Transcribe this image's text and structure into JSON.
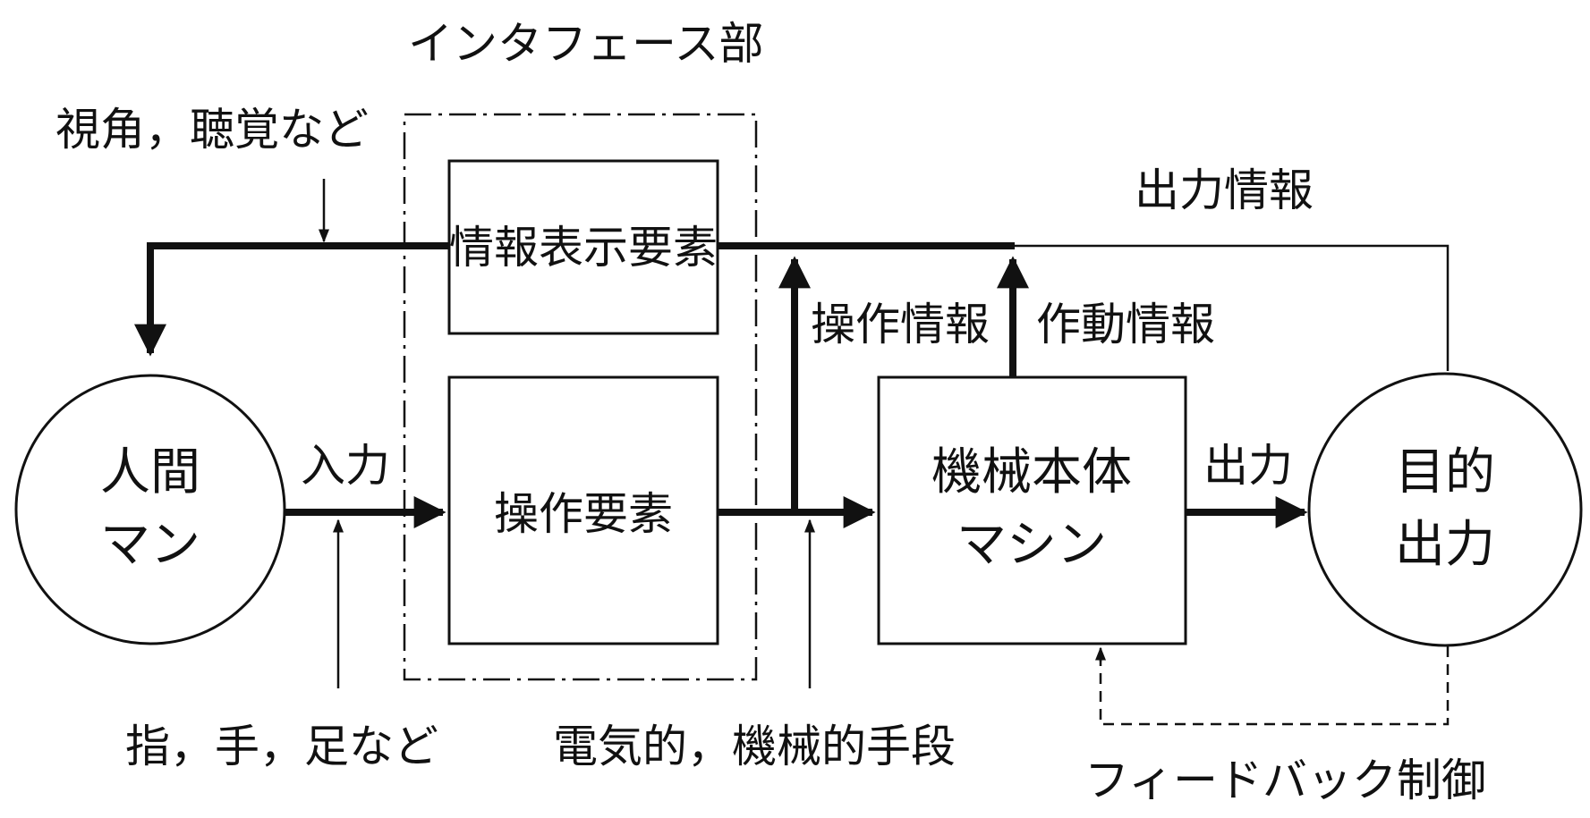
{
  "diagram": {
    "interface_label": "インタフェース部",
    "senses_label": "視角，聴覚など",
    "output_info_label": "出力情報",
    "display_element_label": "情報表示要素",
    "operation_info_label": "操作情報",
    "actuation_info_label": "作動情報",
    "human": {
      "line1": "人間",
      "line2": "マン"
    },
    "input_label": "入力",
    "control_element_label": "操作要素",
    "machine": {
      "line1": "機械本体",
      "line2": "マシン"
    },
    "output_label": "出力",
    "purpose": {
      "line1": "目的",
      "line2": "出力"
    },
    "limbs_label": "指，手，足など",
    "means_label": "電気的，機械的手段",
    "feedback_label": "フィードバック制御"
  }
}
